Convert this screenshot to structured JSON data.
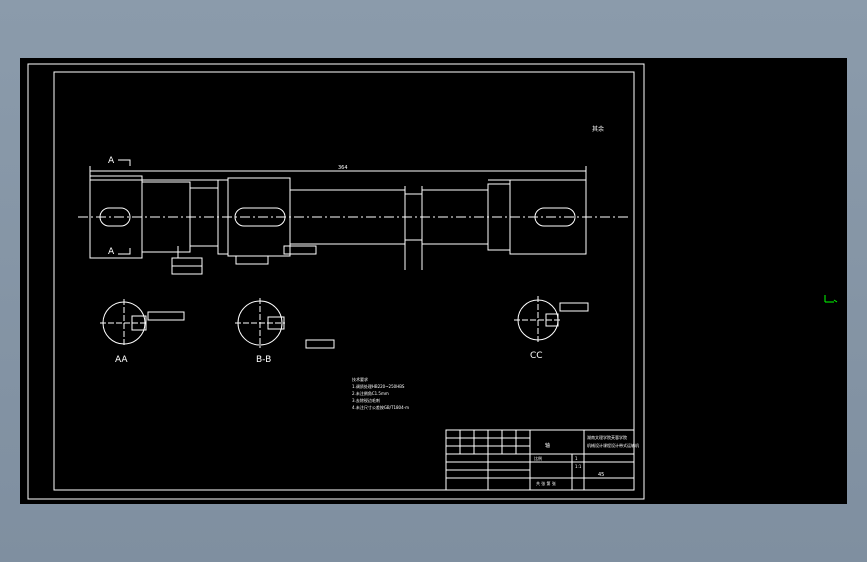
{
  "viewport": {
    "background": "#000000",
    "line_color": "#ffffff",
    "accent_color": "#00ff00"
  },
  "labels": {
    "section_a_top": "A",
    "section_a_bottom": "A",
    "section_aa": "AA",
    "section_bb": "B-B",
    "section_cc": "CC",
    "total_length": "364",
    "roughness_note": "其余"
  },
  "tech_requirements": {
    "title": "技术要求",
    "items": [
      "1.调质处理HB220~250HBS",
      "2.未注倒角C1.5mm",
      "3.去除锐边毛刺",
      "4.未注尺寸公差按GB/T1804-m"
    ]
  },
  "title_block": {
    "part_name": "轴",
    "school": "湖南文理学院芙蓉学院",
    "project": "机械设计课程设计带式运输机",
    "scale_label": "比例",
    "scale_value": "1:1",
    "qty": "1",
    "material": "45",
    "sheet": "共 张 第 张"
  },
  "icons": {
    "cursor": "crosshair-cursor-icon"
  }
}
